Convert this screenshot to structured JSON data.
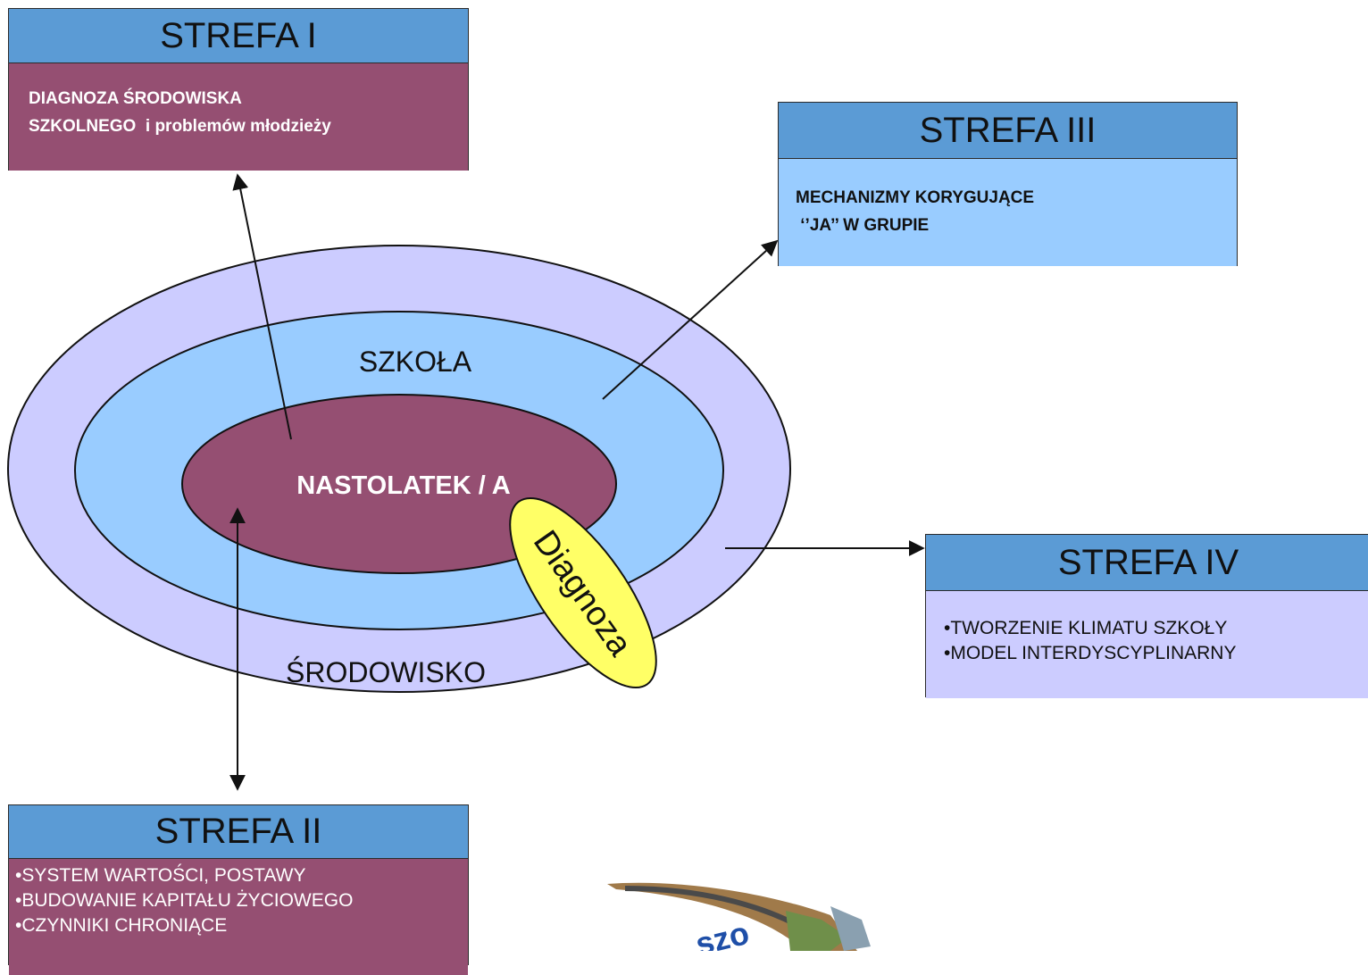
{
  "zones": {
    "strefa1": {
      "title": "STREFA I",
      "lines": [
        "DIAGNOZA ŚRODOWISKA",
        "SZKOLNEGO  i problemów młodzieży"
      ]
    },
    "strefa2": {
      "title": "STREFA II",
      "items": [
        "SYSTEM WARTOŚCI, POSTAWY",
        "BUDOWANIE KAPITAŁU ŻYCIOWEGO",
        "CZYNNIKI CHRONIĄCE"
      ]
    },
    "strefa3": {
      "title": "STREFA III",
      "lines": [
        "MECHANIZMY KORYGUJĄCE",
        " ‘’JA’’ W GRUPIE"
      ]
    },
    "strefa4": {
      "title": "STREFA IV",
      "items": [
        "TWORZENIE KLIMATU SZKOŁY",
        "MODEL INTERDYSCYPLINARNY"
      ]
    }
  },
  "rings": {
    "outer_label": "ŚRODOWISKO",
    "middle_label": "SZKOŁA",
    "center_label": "NASTOLATEK / A",
    "diagnosis_label": "Diagnoza"
  },
  "colors": {
    "header_blue": "#5b9bd5",
    "plum": "#954f72",
    "light_blue": "#99ccff",
    "lavender": "#ccccff",
    "yellow": "#ffff66"
  }
}
